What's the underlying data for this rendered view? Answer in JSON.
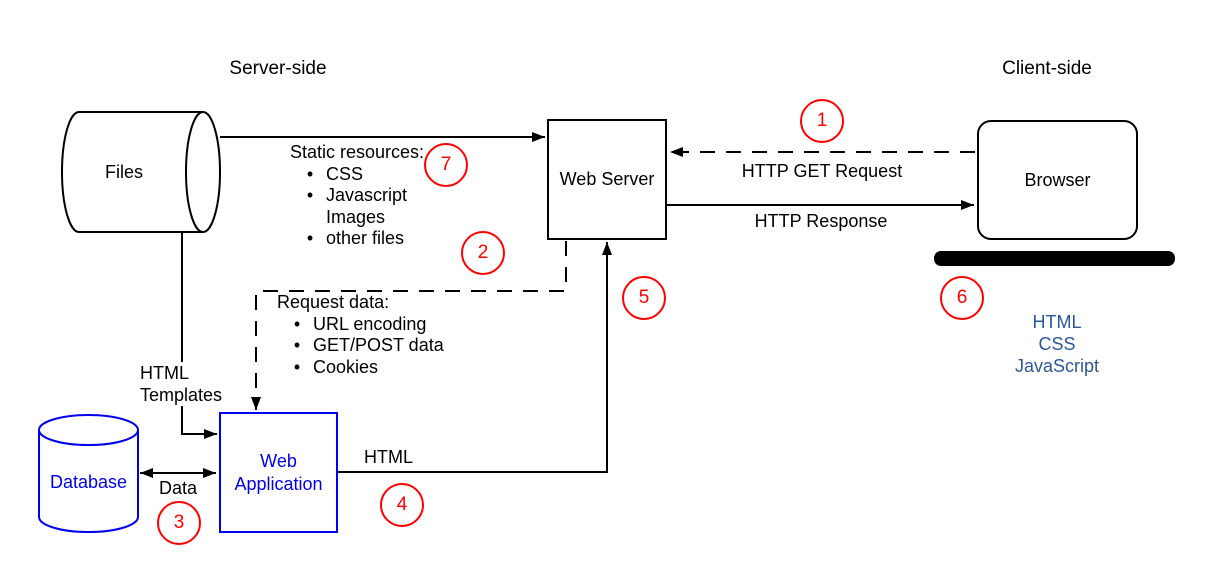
{
  "colors": {
    "red": "#FF0000",
    "blue": "#0000EE",
    "clienttext": "#2B579A",
    "black": "#000000"
  },
  "title_labels": {
    "server_side": "Server-side",
    "client_side": "Client-side"
  },
  "nodes": {
    "files": {
      "label": "Files"
    },
    "web_server": {
      "label": "Web Server"
    },
    "browser": {
      "label": "Browser"
    },
    "database": {
      "label": "Database"
    },
    "web_application": {
      "line1": "Web",
      "line2": "Application"
    }
  },
  "edge_labels": {
    "http_get": "HTTP GET Request",
    "http_response": "HTTP Response",
    "html_templates_line1": "HTML",
    "html_templates_line2": "Templates",
    "data": "Data",
    "html": "HTML"
  },
  "lists": {
    "static_resources": {
      "title": "Static resources:",
      "items": [
        {
          "bullet": "•",
          "text": "CSS"
        },
        {
          "bullet": "•",
          "text": "Javascript"
        },
        {
          "bullet": "",
          "text": "Images"
        },
        {
          "bullet": "•",
          "text": "other files"
        }
      ]
    },
    "request_data": {
      "title": "Request data:",
      "items": [
        {
          "bullet": "•",
          "text": "URL encoding"
        },
        {
          "bullet": "•",
          "text": "GET/POST data"
        },
        {
          "bullet": "•",
          "text": "Cookies"
        }
      ]
    }
  },
  "client_stack": {
    "items": [
      "HTML",
      "CSS",
      "JavaScript"
    ]
  },
  "steps": [
    {
      "n": "1"
    },
    {
      "n": "2"
    },
    {
      "n": "3"
    },
    {
      "n": "4"
    },
    {
      "n": "5"
    },
    {
      "n": "6"
    },
    {
      "n": "7"
    }
  ]
}
